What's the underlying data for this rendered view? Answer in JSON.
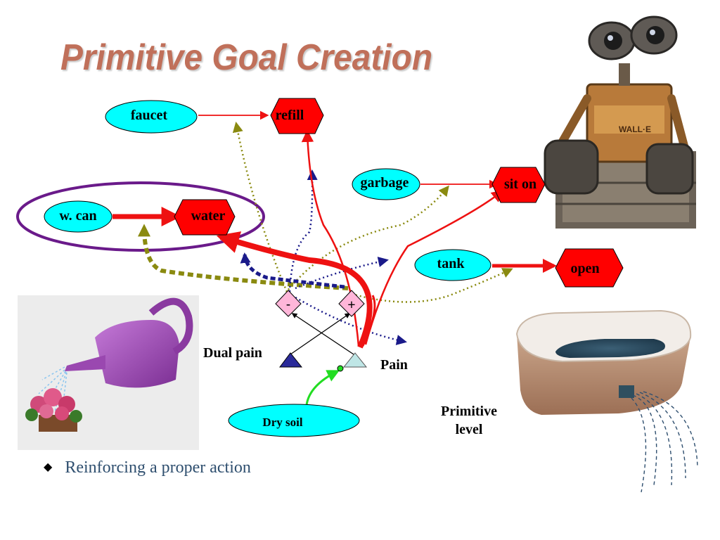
{
  "slide": {
    "title": "Primitive Goal Creation",
    "bullet": "Reinforcing a proper action",
    "bullet_marker": "◆"
  },
  "nodes": {
    "faucet": "faucet",
    "refill": "refill",
    "garbage": "garbage",
    "sit_on": "sit on",
    "w_can": "w. can",
    "water": "water",
    "tank": "tank",
    "open": "open",
    "dry_soil": "Dry soil",
    "minus": "-",
    "plus": "+"
  },
  "labels": {
    "dual_pain": "Dual pain",
    "pain": "Pain",
    "primitive_level": "Primitive level"
  },
  "colors": {
    "title": "#c0705a",
    "ellipse_fill": "#00ffff",
    "hexagon_fill": "#ff0000",
    "highlight_ring": "#6a1a8a",
    "red_arrow": "#ee1111",
    "olive_dotted": "#8a8a10",
    "navy_dotted": "#1a1a8a",
    "green_arrow": "#22dd22",
    "pink_diamond": "#ffb6d9"
  },
  "icons": [
    "watering-can-icon",
    "robot-icon",
    "tank-icon"
  ]
}
